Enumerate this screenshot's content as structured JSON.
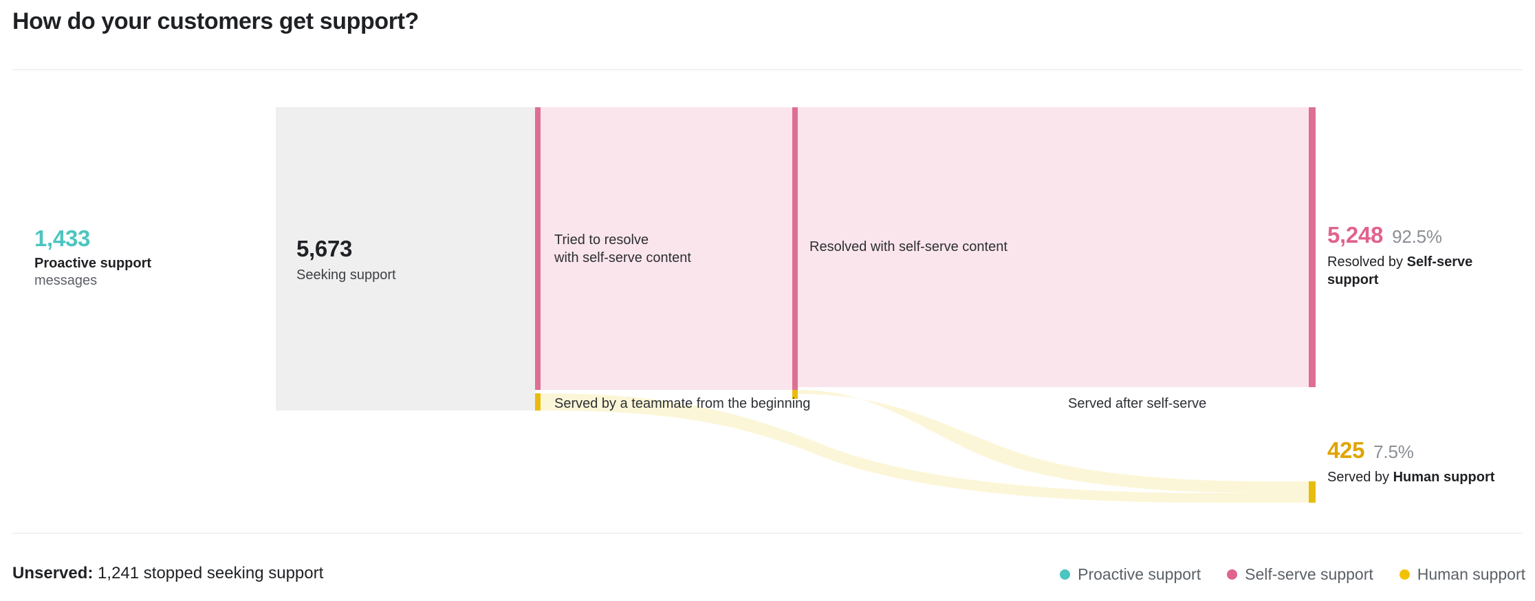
{
  "header": {
    "title": "How do your customers get support?"
  },
  "nodes": {
    "proactive": {
      "value": "1,433",
      "label_bold": "Proactive support",
      "label_sub": "messages",
      "color": "#4cc5c0"
    },
    "seeking": {
      "value": "5,673",
      "label": "Seeking support",
      "color": "#efefef"
    },
    "self_serve_resolved": {
      "value": "5,248",
      "percent": "92.5%",
      "label_prefix": "Resolved by ",
      "label_bold": "Self-serve support",
      "color": "#e0638c"
    },
    "human_served": {
      "value": "425",
      "percent": "7.5%",
      "label_prefix": "Served by ",
      "label_bold": "Human support",
      "color": "#e0a400"
    }
  },
  "flows": {
    "tried_self_serve_line1": "Tried to resolve",
    "tried_self_serve_line2": "with self-serve content",
    "resolved_self_serve": "Resolved with self-serve content",
    "served_teammate": "Served by a teammate from the beginning",
    "served_after_self_serve": "Served after self-serve"
  },
  "footer": {
    "unserved_label": "Unserved:",
    "unserved_text": "1,241 stopped seeking support",
    "legend": [
      {
        "label": "Proactive support",
        "color": "#4cc5c0"
      },
      {
        "label": "Self-serve support",
        "color": "#e0638c"
      },
      {
        "label": "Human support",
        "color": "#f2c200"
      }
    ]
  },
  "chart_data": {
    "type": "sankey",
    "title": "How do your customers get support?",
    "nodes": [
      {
        "id": "proactive",
        "label": "Proactive support messages",
        "value": 1433,
        "color": "#4cc5c0"
      },
      {
        "id": "seeking",
        "label": "Seeking support",
        "value": 5673,
        "color": "#efefef"
      },
      {
        "id": "tried_self_serve",
        "label": "Tried to resolve with self-serve content",
        "value": 5594,
        "color": "#e0638c"
      },
      {
        "id": "teammate_from_start",
        "label": "Served by a teammate from the beginning",
        "value": 79,
        "color": "#f2c200"
      },
      {
        "id": "resolved_self_serve",
        "label": "Resolved with self-serve content",
        "value": 5248,
        "color": "#e0638c"
      },
      {
        "id": "served_after_self_serve",
        "label": "Served after self-serve",
        "value": 346,
        "color": "#f2c200"
      },
      {
        "id": "self_serve_support",
        "label": "Resolved by Self-serve support",
        "value": 5248,
        "percent": 92.5,
        "color": "#e0638c"
      },
      {
        "id": "human_support",
        "label": "Served by Human support",
        "value": 425,
        "percent": 7.5,
        "color": "#f2c200"
      }
    ],
    "links": [
      {
        "source": "seeking",
        "target": "tried_self_serve",
        "value": 5594,
        "color": "#fbe5ec"
      },
      {
        "source": "seeking",
        "target": "teammate_from_start",
        "value": 79,
        "color": "#fcf6d8"
      },
      {
        "source": "tried_self_serve",
        "target": "resolved_self_serve",
        "value": 5248,
        "color": "#fbe5ec"
      },
      {
        "source": "tried_self_serve",
        "target": "served_after_self_serve",
        "value": 346,
        "color": "#fcf6d8"
      },
      {
        "source": "resolved_self_serve",
        "target": "self_serve_support",
        "value": 5248,
        "color": "#fbe5ec"
      },
      {
        "source": "served_after_self_serve",
        "target": "human_support",
        "value": 346,
        "color": "#fcf6d8"
      },
      {
        "source": "teammate_from_start",
        "target": "human_support",
        "value": 79,
        "color": "#fcf6d8"
      }
    ],
    "unserved": 1241,
    "legend_position": "bottom-right"
  }
}
